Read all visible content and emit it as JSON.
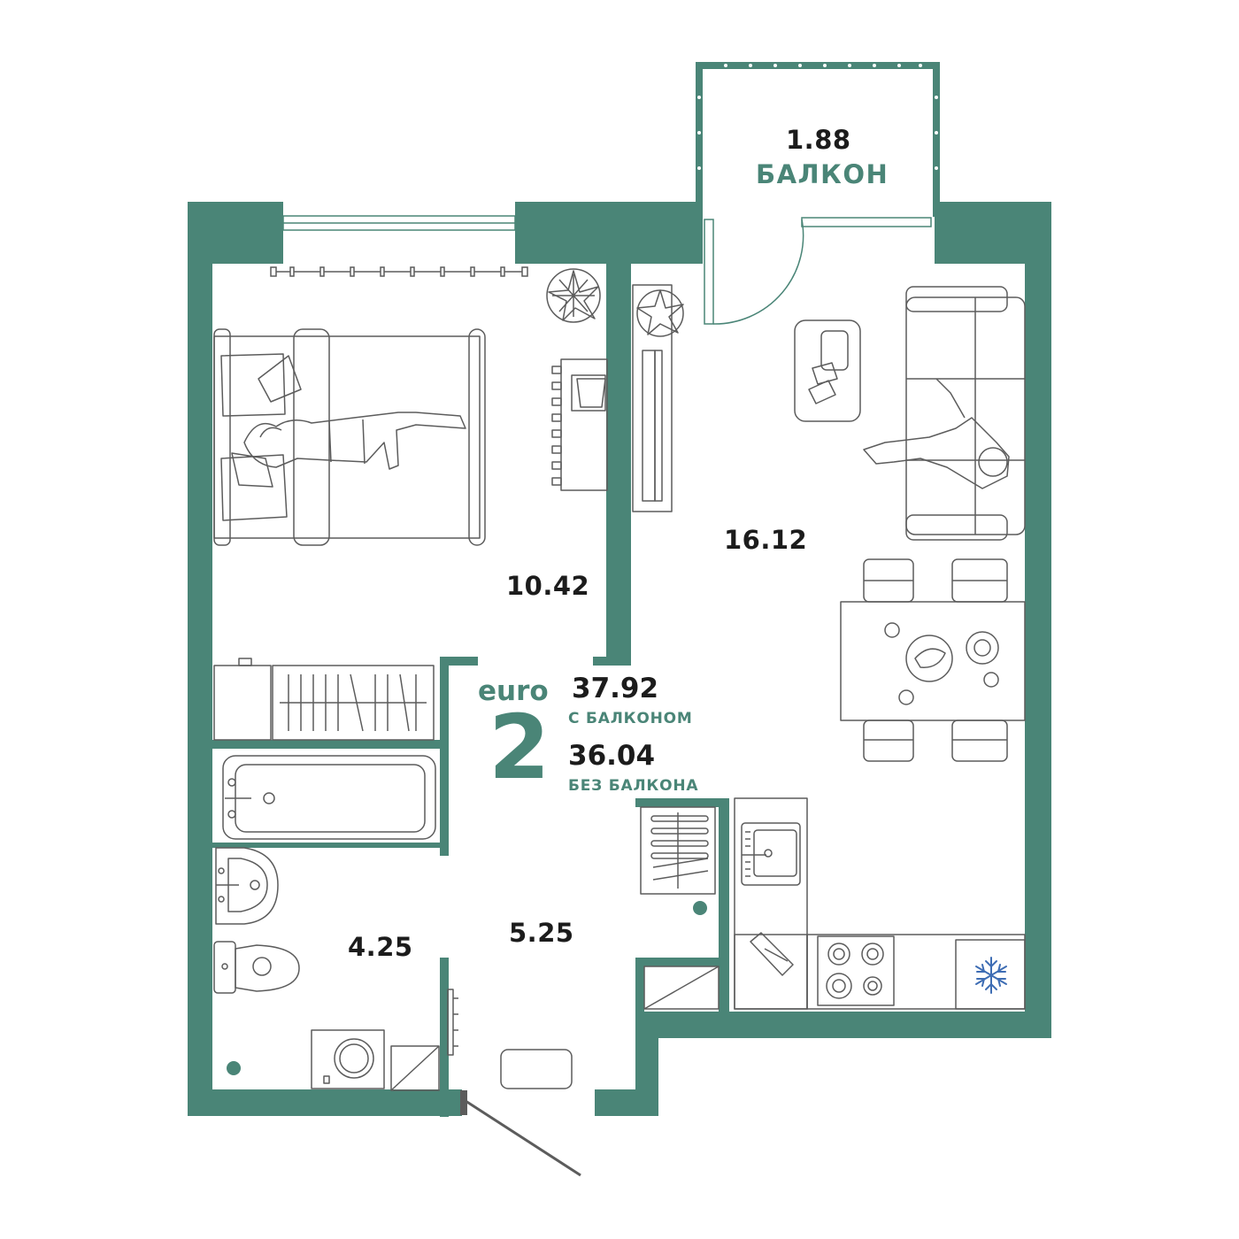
{
  "colors": {
    "wall": "#4a8577",
    "line": "#5c5c5c",
    "accent": "#4a8577",
    "text": "#1c1c1c",
    "snow": "#3e6db4"
  },
  "rooms": {
    "balcony": {
      "area": "1.88",
      "name": "БАЛКОН"
    },
    "bedroom": {
      "area": "10.42"
    },
    "living": {
      "area": "16.12"
    },
    "bathroom": {
      "area": "4.25"
    },
    "hall": {
      "area": "5.25"
    }
  },
  "summary": {
    "type_prefix": "euro",
    "rooms_count": "2",
    "area_with_balcony": "37.92",
    "label_with_balcony": "С БАЛКОНОМ",
    "area_without_balcony": "36.04",
    "label_without_balcony": "БЕЗ БАЛКОНА"
  },
  "icons": {
    "fridge": "snowflake-icon",
    "plant": "plant-icon"
  }
}
